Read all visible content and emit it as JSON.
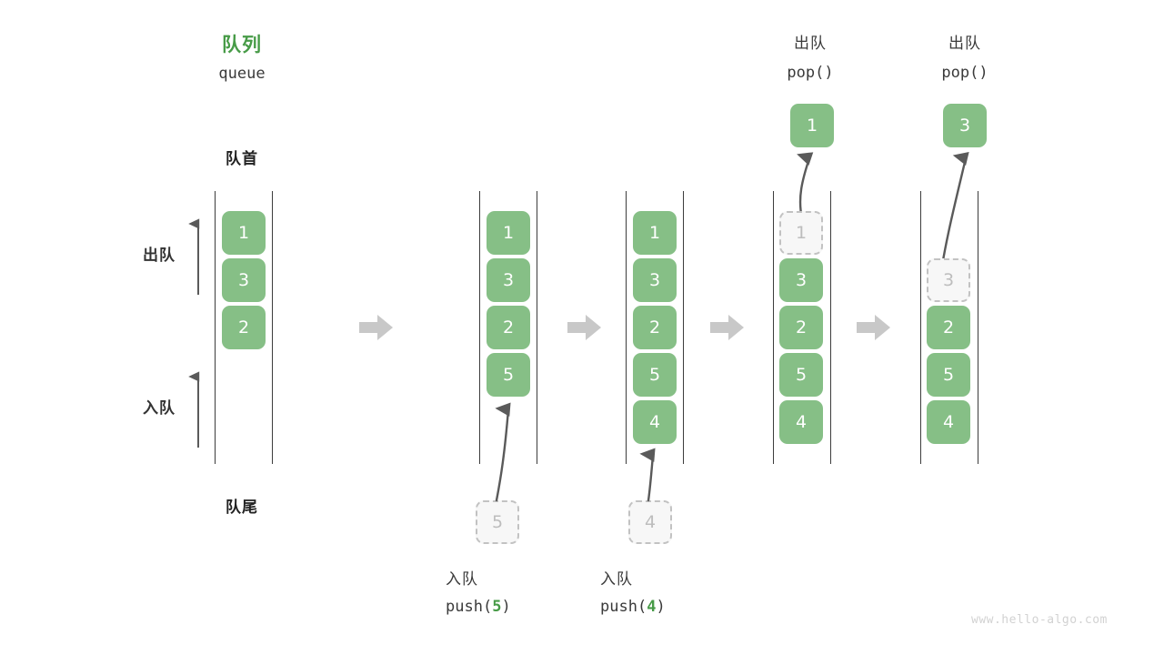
{
  "diagram": {
    "title_cn": "队列",
    "title_en": "queue",
    "front_label": "队首",
    "rear_label": "队尾",
    "dequeue_side_label": "出队",
    "enqueue_side_label": "入队",
    "watermark": "www.hello-algo.com",
    "colors": {
      "accent_green": "#479b47",
      "cell_fill": "#86bf86",
      "cell_text": "#ffffff",
      "ghost_fill": "#f7f7f7",
      "ghost_border": "#c2c2c2",
      "ghost_text": "#bdbdbd",
      "rail": "#3c3c3c",
      "sep_arrow": "#c8c8c8",
      "motion_arrow": "#5a5a5a",
      "text": "#3a3a3a",
      "watermark": "#d2d2d2"
    }
  },
  "steps": [
    {
      "id": "initial",
      "header_cn": "队列",
      "header_code": "queue",
      "cells": [
        "1",
        "3",
        "2"
      ],
      "ghost": null,
      "incoming": null,
      "popped": null,
      "caption_cn": null,
      "caption_code": null
    },
    {
      "id": "push-5",
      "header_cn": null,
      "header_code": null,
      "cells": [
        "1",
        "3",
        "2",
        "5"
      ],
      "ghost": null,
      "incoming": "5",
      "popped": null,
      "caption_cn": "入队",
      "caption_code_prefix": "push(",
      "caption_code_value": "5",
      "caption_code_suffix": ")"
    },
    {
      "id": "push-4",
      "header_cn": null,
      "header_code": null,
      "cells": [
        "1",
        "3",
        "2",
        "5",
        "4"
      ],
      "ghost": null,
      "incoming": "4",
      "popped": null,
      "caption_cn": "入队",
      "caption_code_prefix": "push(",
      "caption_code_value": "4",
      "caption_code_suffix": ")"
    },
    {
      "id": "pop-1",
      "header_cn": "出队",
      "header_code": "pop()",
      "cells": [
        "3",
        "2",
        "5",
        "4"
      ],
      "ghost": "1",
      "incoming": null,
      "popped": "1",
      "caption_cn": null,
      "caption_code": null
    },
    {
      "id": "pop-3",
      "header_cn": "出队",
      "header_code": "pop()",
      "cells": [
        "2",
        "5",
        "4"
      ],
      "ghost": "3",
      "incoming": null,
      "popped": "3",
      "caption_cn": null,
      "caption_code": null
    }
  ],
  "icons": {
    "separator": "right-block-arrow",
    "enqueue_direction": "up-arrow",
    "dequeue_direction": "up-arrow",
    "push_motion": "curved-up-arrow",
    "pop_motion": "curved-up-arrow"
  }
}
